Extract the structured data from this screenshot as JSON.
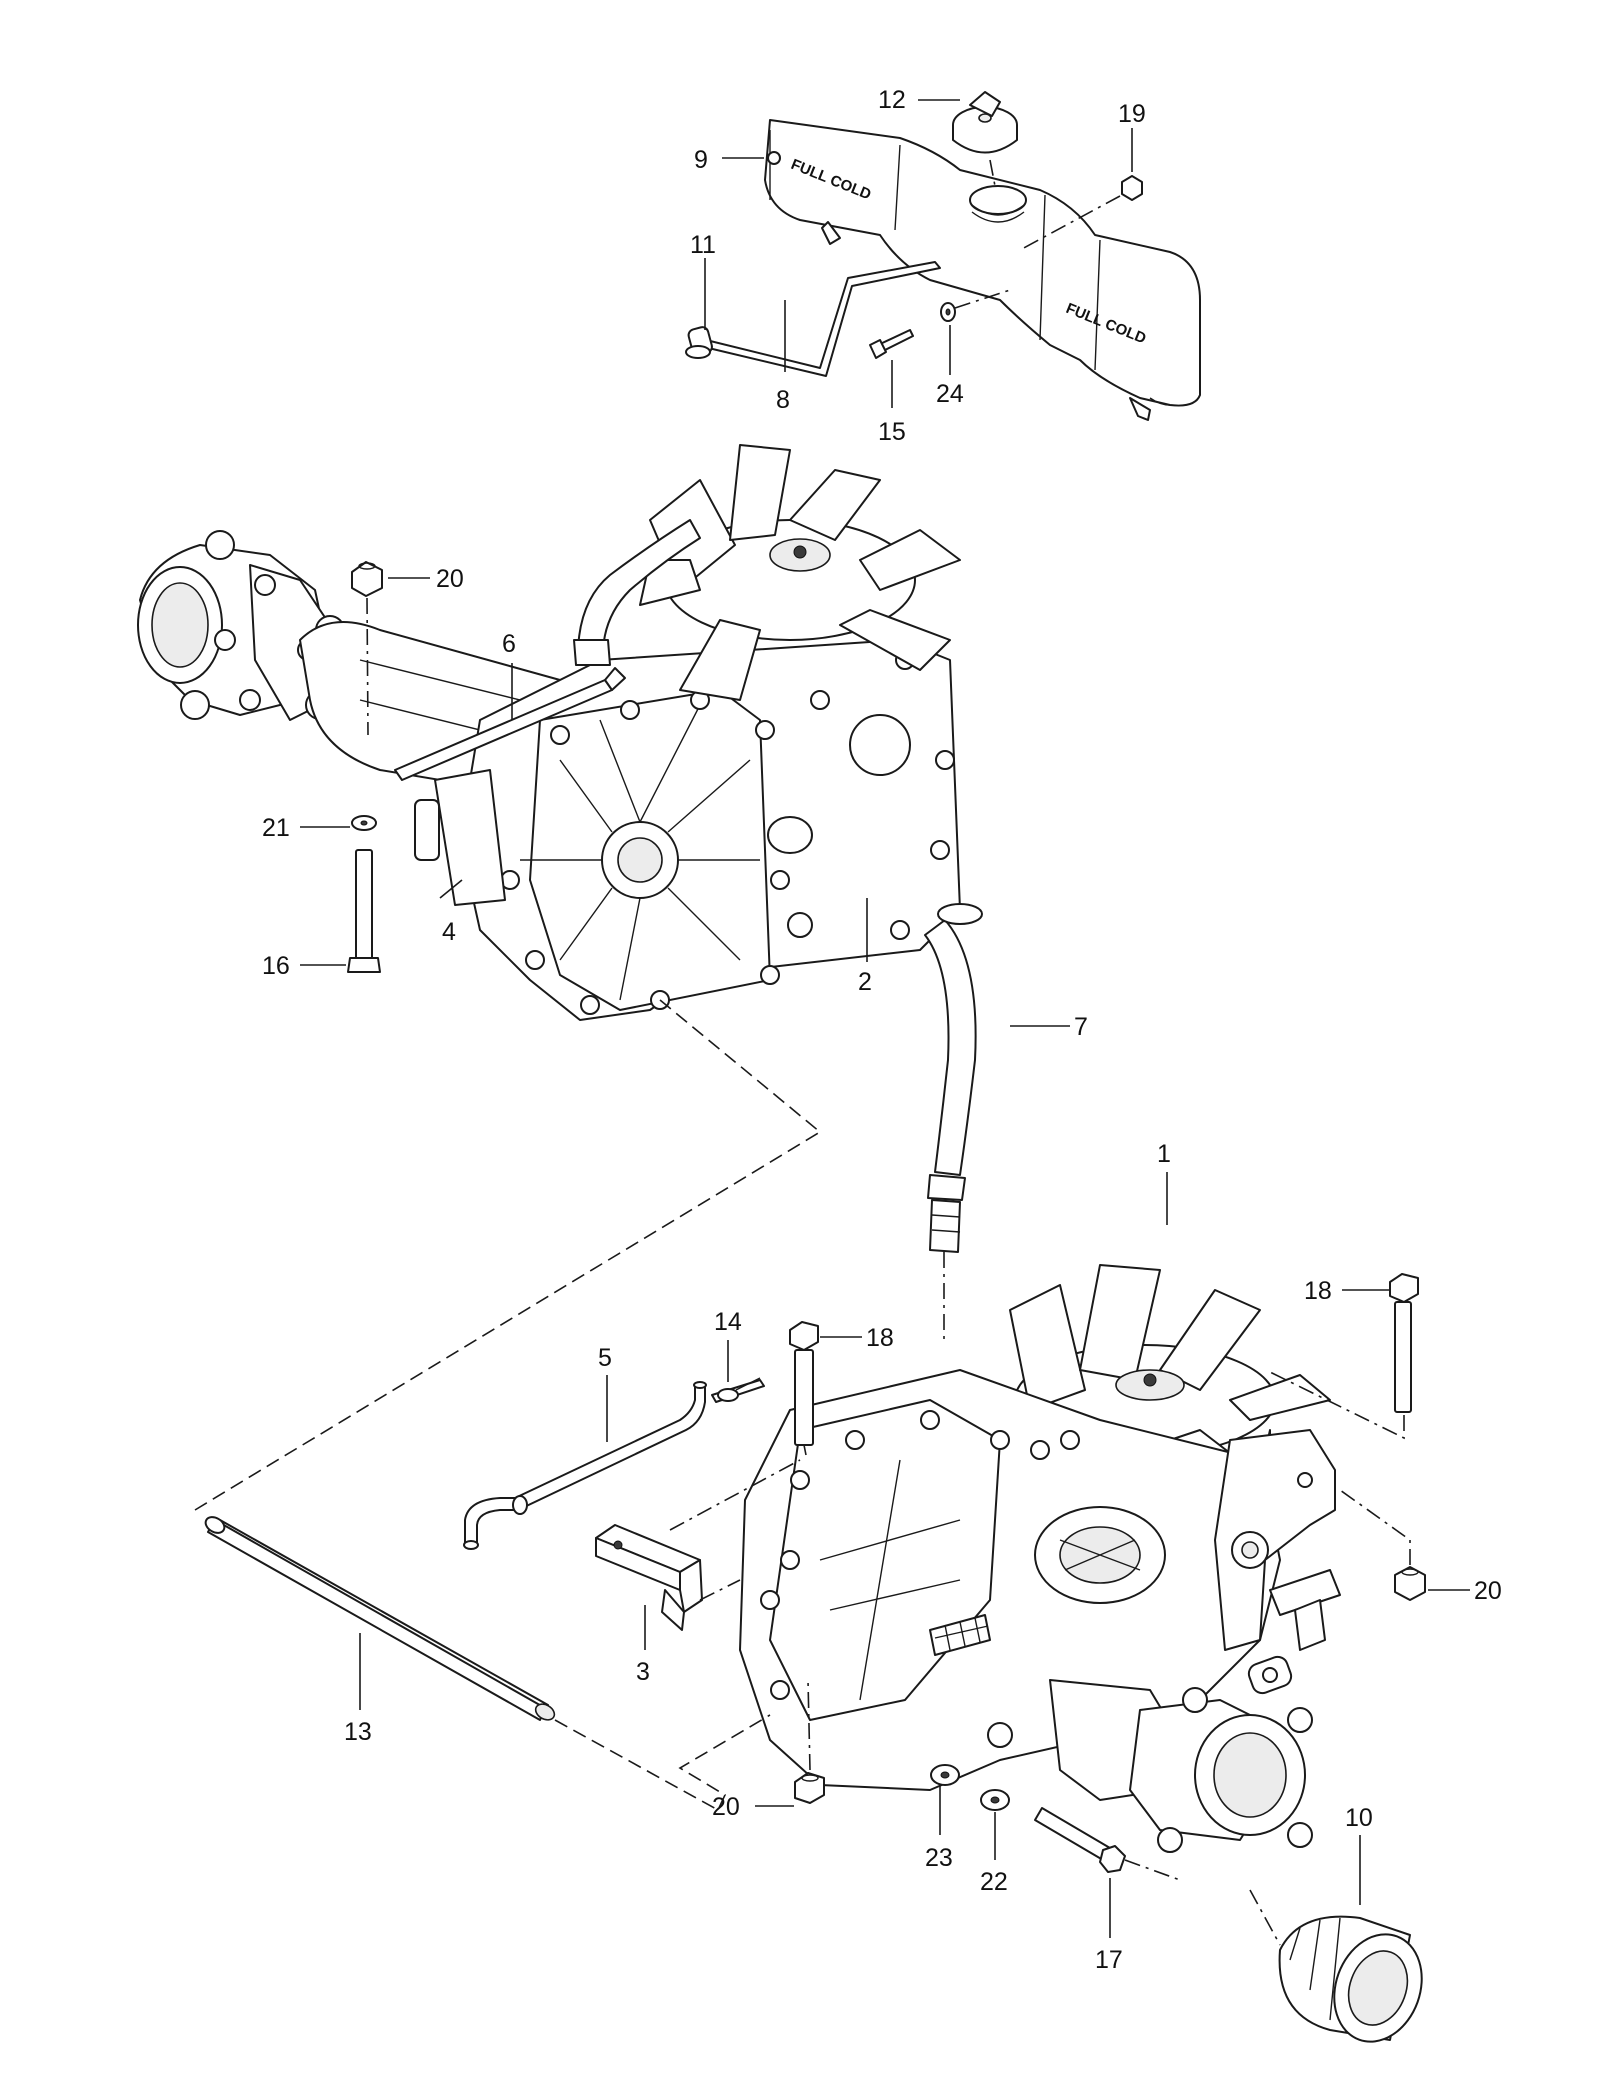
{
  "diagram": {
    "reservoir_marking": "FULL COLD",
    "callouts": [
      {
        "id": "c12",
        "label": "12"
      },
      {
        "id": "c19",
        "label": "19"
      },
      {
        "id": "c9",
        "label": "9"
      },
      {
        "id": "c11",
        "label": "11"
      },
      {
        "id": "c8",
        "label": "8"
      },
      {
        "id": "c15",
        "label": "15"
      },
      {
        "id": "c24",
        "label": "24"
      },
      {
        "id": "c20a",
        "label": "20"
      },
      {
        "id": "c6",
        "label": "6"
      },
      {
        "id": "c21",
        "label": "21"
      },
      {
        "id": "c4",
        "label": "4"
      },
      {
        "id": "c16",
        "label": "16"
      },
      {
        "id": "c2",
        "label": "2"
      },
      {
        "id": "c7",
        "label": "7"
      },
      {
        "id": "c1",
        "label": "1"
      },
      {
        "id": "c18a",
        "label": "18"
      },
      {
        "id": "c14",
        "label": "14"
      },
      {
        "id": "c18b",
        "label": "18"
      },
      {
        "id": "c5",
        "label": "5"
      },
      {
        "id": "c20b",
        "label": "20"
      },
      {
        "id": "c3",
        "label": "3"
      },
      {
        "id": "c13",
        "label": "13"
      },
      {
        "id": "c20c",
        "label": "20"
      },
      {
        "id": "c23",
        "label": "23"
      },
      {
        "id": "c22",
        "label": "22"
      },
      {
        "id": "c10",
        "label": "10"
      },
      {
        "id": "c17",
        "label": "17"
      }
    ]
  }
}
